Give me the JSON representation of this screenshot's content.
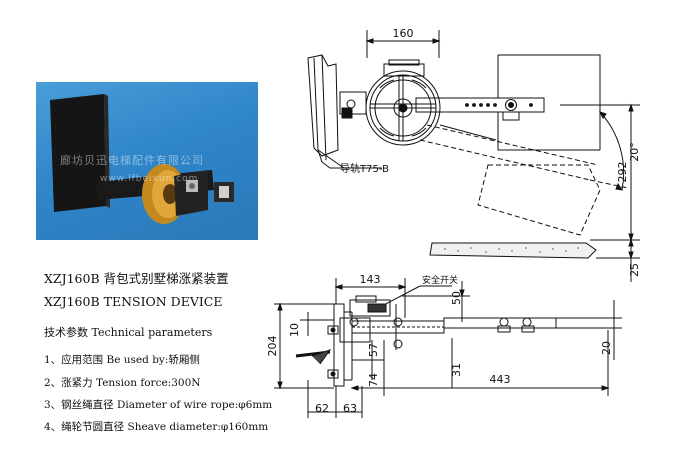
{
  "watermark": {
    "line1": "廊坊贝迅电梯配件有限公司",
    "line2": "www.lfbeixun.com"
  },
  "product": {
    "title": "XZJ160B 背包式别墅梯涨紧装置",
    "subtitle": "XZJ160B TENSION DEVICE",
    "params_heading": "技术参数 Technical parameters"
  },
  "specs": [
    "1、应用范围 Be used by:轿厢侧",
    "2、涨紧力 Tension force:300N",
    "3、钢丝绳直径 Diameter of wire rope:φ6mm",
    "4、绳轮节圆直径 Sheave diameter:φ160mm"
  ],
  "top_view": {
    "dim_width": "160",
    "dim_height": "292",
    "dim_base": "25",
    "angle": "20°",
    "rail_label": "导轨T75-B"
  },
  "bottom_view": {
    "dim_143": "143",
    "safety_switch": "安全开关",
    "dim_50": "50",
    "dim_204": "204",
    "dim_10": "10",
    "dim_57": "57",
    "dim_74": "74",
    "dim_31": "31",
    "dim_443": "443",
    "dim_20": "20",
    "dim_62": "62",
    "dim_63": "63"
  }
}
